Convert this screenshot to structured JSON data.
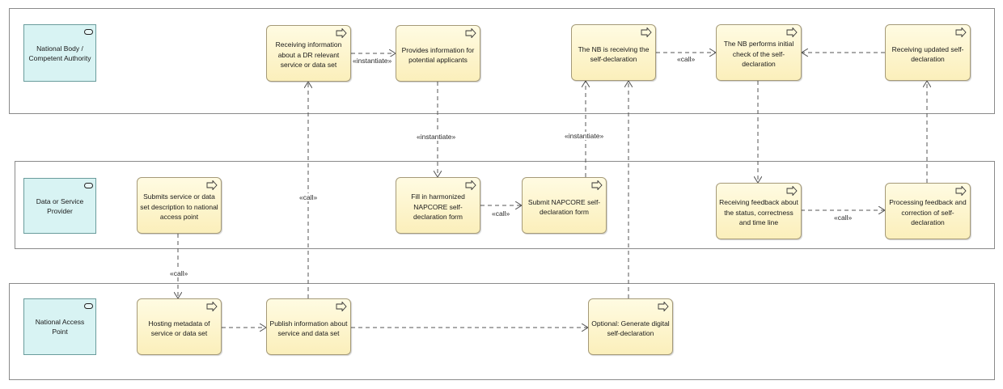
{
  "lanes": {
    "national_body": {
      "actor": "National Body / Competent Authority"
    },
    "provider": {
      "actor": "Data or Service Provider"
    },
    "nap": {
      "actor": "National Access Point"
    }
  },
  "processes": {
    "receiving_info": "Receiving information about a DR relevant service or data set",
    "provides_info": "Provides information for potential applicants",
    "nb_receiving": "The NB is receiving the self-declaration",
    "nb_initial_check": "The NB performs initial check of the self-declaration",
    "receiving_updated": "Receiving updated self-declaration",
    "submits_service": "Submits service or data set description to national access point",
    "fill_in": "Fill in harmonized NAPCORE self-declaration form",
    "submit_form": "Submit NAPCORE self-declaration form",
    "receiving_feedback": "Receiving feedback about the status, correctness and time line",
    "processing_feedback": "Processing feedback and correction of self-declaration",
    "hosting_metadata": "Hosting metadata of service or data set",
    "publish_info": "Publish information about service and data set",
    "optional_generate": "Optional: Generate digital self-declaration"
  },
  "labels": {
    "instantiate_top": "«instantiate»",
    "call_nb": "«call»",
    "instantiate_mid_left": "«instantiate»",
    "instantiate_mid_right": "«instantiate»",
    "call_publish": "«call»",
    "call_submit": "«call»",
    "call_feedback": "«call»",
    "call_bottom": "«call»"
  },
  "colors": {
    "process_fill": "#fbefbb",
    "actor_fill": "#d8f3f3",
    "connector": "#555555"
  },
  "icons": {
    "process": "process-arrow-icon",
    "actor": "actor-role-icon"
  }
}
